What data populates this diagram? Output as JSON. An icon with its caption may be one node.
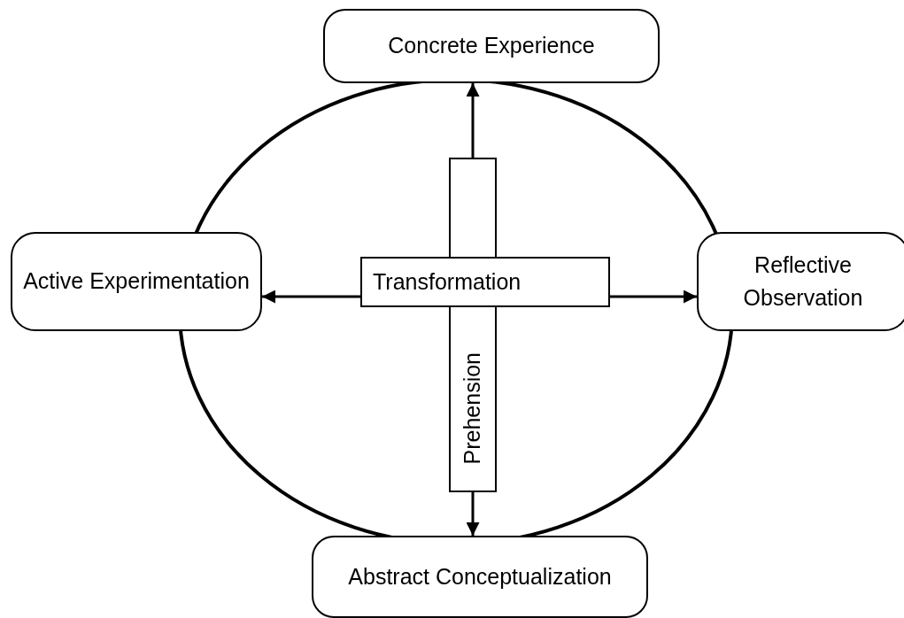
{
  "diagram": {
    "nodes": [
      {
        "text": [
          "Concrete Experience"
        ]
      },
      {
        "text": [
          "Active Experimentation"
        ]
      },
      {
        "text": [
          "Prehension"
        ]
      },
      {
        "text": [
          "Transformation"
        ]
      },
      {
        "text": [
          "Reflective Observation"
        ]
      },
      {
        "text": [
          "Abstract Conceptualization"
        ]
      }
    ],
    "edges": [
      {
        "from": 2,
        "to": 0,
        "arrow": "to"
      },
      {
        "from": 3,
        "to": 1,
        "arrow": "to"
      },
      {
        "from": 3,
        "to": 4,
        "arrow": "to"
      },
      {
        "from": 2,
        "to": 5,
        "arrow": "to"
      }
    ]
  }
}
